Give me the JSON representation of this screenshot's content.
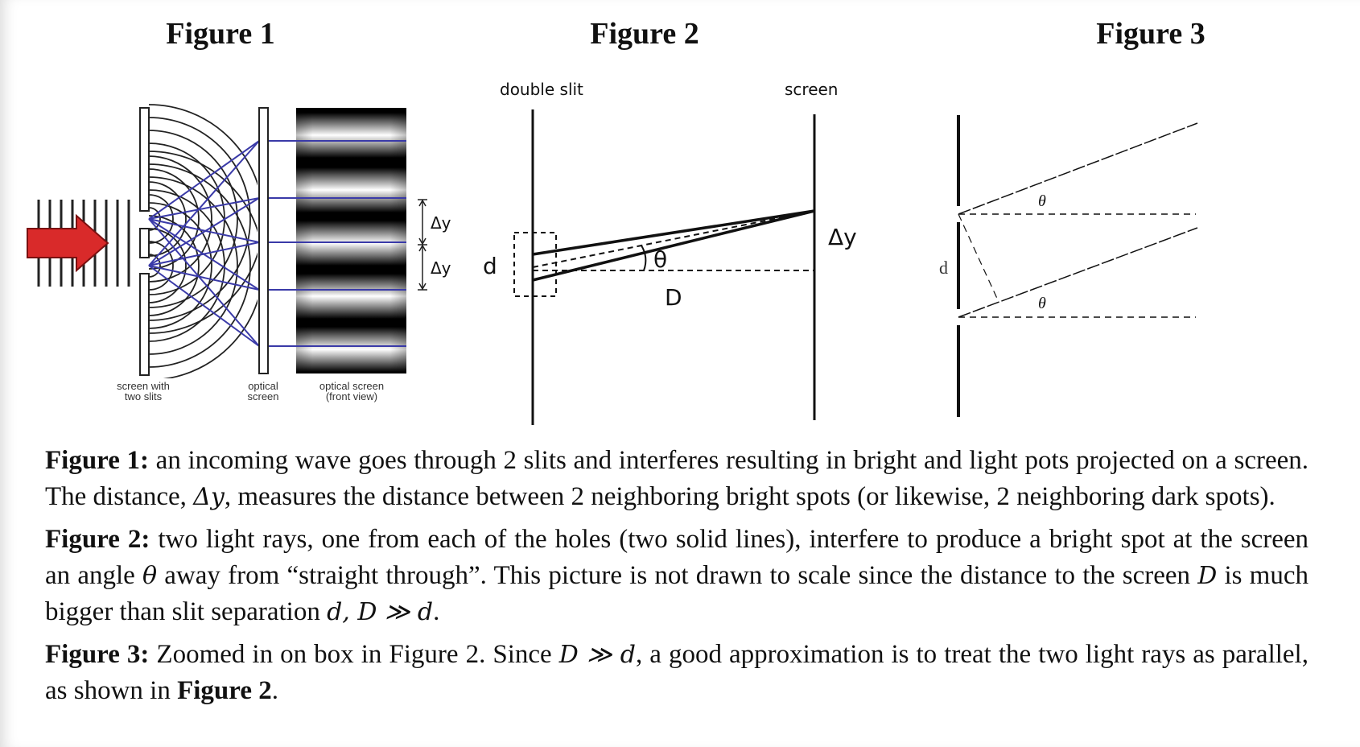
{
  "figures": {
    "fig1": {
      "title": "Figure 1",
      "labels": {
        "screen_slits": [
          "screen with",
          "two slits"
        ],
        "optical_screen": [
          "optical",
          "screen"
        ],
        "optical_screen_front": [
          "optical screen",
          "(front view)"
        ],
        "dy_top": "Δy",
        "dy_bottom": "Δy"
      },
      "colors": {
        "arrow": "#d92a2a",
        "rays": "#3a3aa8"
      }
    },
    "fig2": {
      "title": "Figure 2",
      "labels": {
        "double_slit": "double slit",
        "screen": "screen",
        "d": "d",
        "theta": "θ",
        "D": "D",
        "dy": "Δy"
      }
    },
    "fig3": {
      "title": "Figure 3",
      "labels": {
        "d": "d",
        "theta_top": "θ",
        "theta_bottom": "θ"
      }
    }
  },
  "captions": {
    "c1": {
      "heading": "Figure 1:",
      "text_a": " an incoming wave goes through 2 slits and interferes resulting in bright and light pots projected on a screen. The distance, ",
      "symbol": "Δy",
      "text_b": ", measures the distance between 2 neighboring bright spots (or likewise, 2 neighboring dark spots)."
    },
    "c2": {
      "heading": "Figure 2:",
      "text_a": " two light rays, one from each of the holes (two solid lines), interfere to produce a bright spot at the screen an angle ",
      "sym_theta": "θ",
      "text_b": " away from “straight through”. This picture is not drawn to scale since the distance to the screen ",
      "sym_D": "D",
      "text_c": " is much bigger than slit separation ",
      "sym_relation": "d, D ≫ d",
      "text_d": "."
    },
    "c3": {
      "heading": "Figure 3:",
      "text_a": " Zoomed in on box in Figure 2. Since ",
      "sym_relation": "D ≫ d",
      "text_b": ", a good approximation is to treat the two light rays as parallel, as shown in ",
      "bold_ref": "Figure 2",
      "text_c": "."
    }
  }
}
